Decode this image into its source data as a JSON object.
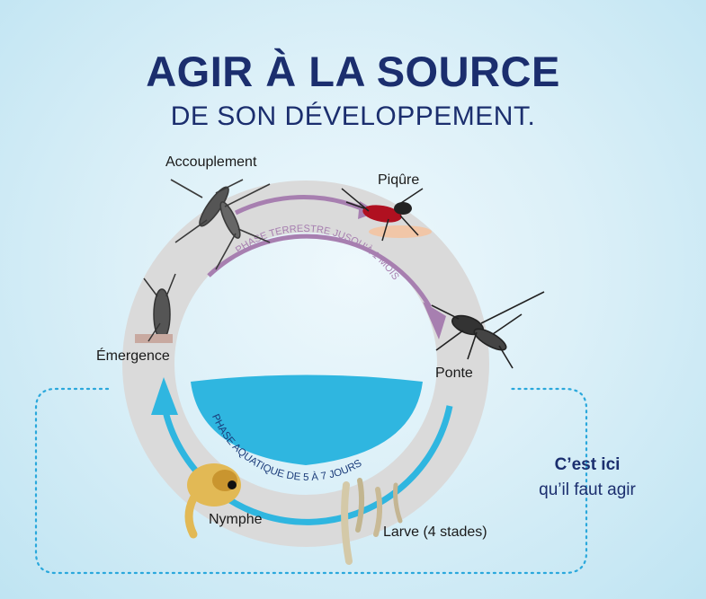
{
  "header": {
    "title": "AGIR À LA SOURCE",
    "subtitle": "DE SON DÉVELOPPEMENT."
  },
  "cycle": {
    "terrestrial_phase": "PHASE TERRESTRE JUSQU'À 1 MOIS",
    "aquatic_phase": "PHASE AQUATIQUE DE 5 À 7 JOURS",
    "stages": {
      "mating": "Accouplement",
      "bite": "Piqûre",
      "laying": "Ponte",
      "larva": "Larve (4 stades)",
      "pupa": "Nymphe",
      "emergence": "Émergence"
    }
  },
  "callout": {
    "line1": "C’est ici",
    "line2": "qu’il faut agir"
  },
  "colors": {
    "title": "#1b2e6e",
    "terrestrial_arrow": "#a77fb0",
    "aquatic": "#2fb6e0",
    "ring": "#d9d9d9"
  }
}
